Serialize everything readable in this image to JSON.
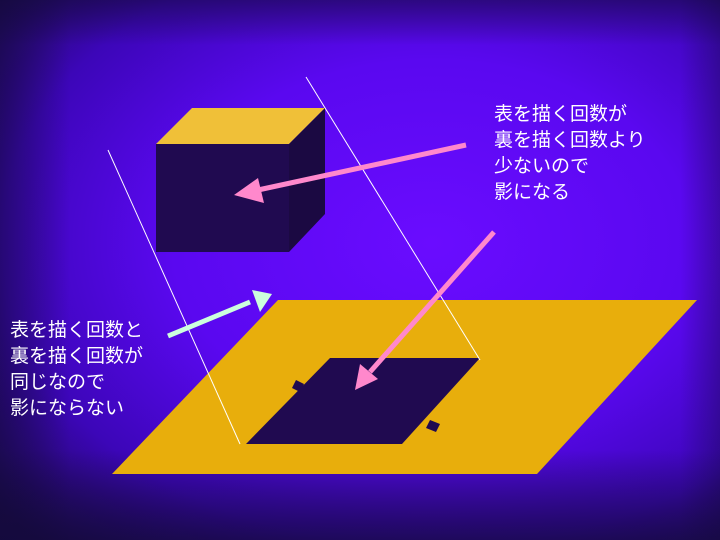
{
  "colors": {
    "background": "#5a08f0",
    "plane_fill": "#e8ae0c",
    "cube_top": "#f0c038",
    "cube_face": "#200a50",
    "shadow": "#200a50",
    "pink_arrow": "#ff88cc",
    "green_arrow": "#ccffdd",
    "guide_line": "#ffffff"
  },
  "note_right": {
    "lines": [
      "表を描く回数が",
      "裏を描く回数より",
      "少ないので",
      "影になる"
    ]
  },
  "note_left": {
    "lines": [
      "表を描く回数と",
      "裏を描く回数が",
      "同じなので",
      "影にならない"
    ]
  },
  "icons": {
    "arrow_to_cube": "arrow-pointer",
    "arrow_to_shadow": "arrow-pointer",
    "arrow_to_plane": "arrow-pointer"
  }
}
